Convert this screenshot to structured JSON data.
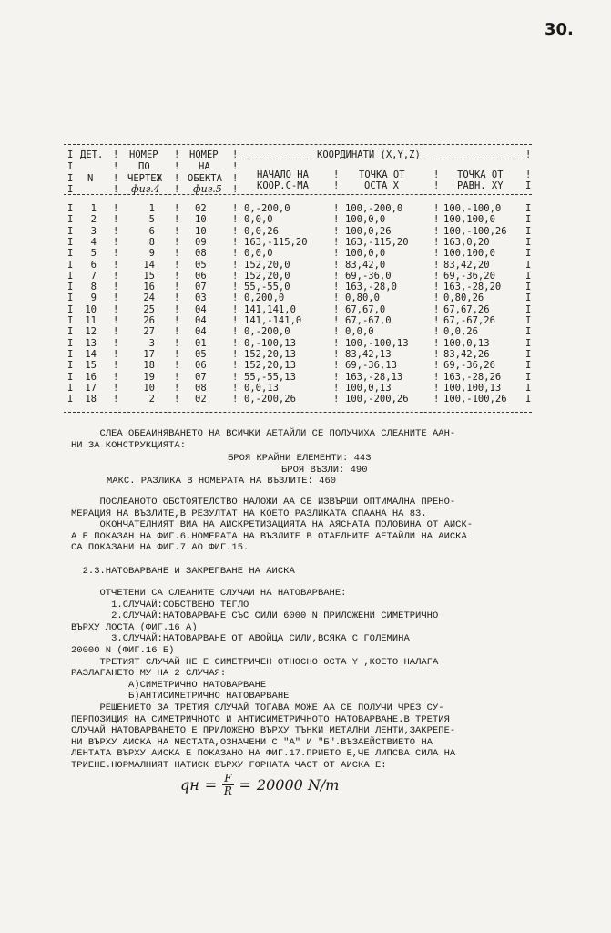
{
  "page_number": "30.",
  "table": {
    "header": {
      "col_det": "ДЕТ.",
      "col_n": "N",
      "col_drawing_l1": "НОМЕР",
      "col_drawing_l2": "ПО",
      "col_drawing_l3": "ЧЕРТЕЖ",
      "col_drawing_hand": "фиг.4",
      "col_object_l1": "НОМЕР",
      "col_object_l2": "НА",
      "col_object_l3": "ОБЕКТА",
      "col_object_hand": "фиг.5",
      "coords_title": "КООРДИНАТИ (X,Y,Z)",
      "col_origin_l1": "НАЧАЛО НА",
      "col_origin_l2": "КООР.С-МА",
      "col_pointx_l1": "ТОЧКА ОТ",
      "col_pointx_l2": "ОСТА X",
      "col_pointxy_l1": "ТОЧКА ОТ",
      "col_pointxy_l2": "РАВН. XY"
    },
    "rows": [
      {
        "n": "1",
        "drawing": "1",
        "object": "02",
        "origin": "0,-200,0",
        "point_x": "100,-200,0",
        "point_xy": "100,-100,0"
      },
      {
        "n": "2",
        "drawing": "5",
        "object": "10",
        "origin": "0,0,0",
        "point_x": "100,0,0",
        "point_xy": "100,100,0"
      },
      {
        "n": "3",
        "drawing": "6",
        "object": "10",
        "origin": "0,0,26",
        "point_x": "100,0,26",
        "point_xy": "100,-100,26"
      },
      {
        "n": "4",
        "drawing": "8",
        "object": "09",
        "origin": "163,-115,20",
        "point_x": "163,-115,20",
        "point_xy": "163,0,20"
      },
      {
        "n": "5",
        "drawing": "9",
        "object": "08",
        "origin": "0,0,0",
        "point_x": "100,0,0",
        "point_xy": "100,100,0"
      },
      {
        "n": "6",
        "drawing": "14",
        "object": "05",
        "origin": "152,20,0",
        "point_x": "83,42,0",
        "point_xy": "83,42,20"
      },
      {
        "n": "7",
        "drawing": "15",
        "object": "06",
        "origin": "152,20,0",
        "point_x": "69,-36,0",
        "point_xy": "69,-36,20"
      },
      {
        "n": "8",
        "drawing": "16",
        "object": "07",
        "origin": "55,-55,0",
        "point_x": "163,-28,0",
        "point_xy": "163,-28,20"
      },
      {
        "n": "9",
        "drawing": "24",
        "object": "03",
        "origin": "0,200,0",
        "point_x": "0,80,0",
        "point_xy": "0,80,26"
      },
      {
        "n": "10",
        "drawing": "25",
        "object": "04",
        "origin": "141,141,0",
        "point_x": "67,67,0",
        "point_xy": "67,67,26"
      },
      {
        "n": "11",
        "drawing": "26",
        "object": "04",
        "origin": "141,-141,0",
        "point_x": "67,-67,0",
        "point_xy": "67,-67,26"
      },
      {
        "n": "12",
        "drawing": "27",
        "object": "04",
        "origin": "0,-200,0",
        "point_x": "0,0,0",
        "point_xy": "0,0,26"
      },
      {
        "n": "13",
        "drawing": "3",
        "object": "01",
        "origin": "0,-100,13",
        "point_x": "100,-100,13",
        "point_xy": "100,0,13"
      },
      {
        "n": "14",
        "drawing": "17",
        "object": "05",
        "origin": "152,20,13",
        "point_x": "83,42,13",
        "point_xy": "83,42,26"
      },
      {
        "n": "15",
        "drawing": "18",
        "object": "06",
        "origin": "152,20,13",
        "point_x": "69,-36,13",
        "point_xy": "69,-36,26"
      },
      {
        "n": "16",
        "drawing": "19",
        "object": "07",
        "origin": "55,-55,13",
        "point_x": "163,-28,13",
        "point_xy": "163,-28,26"
      },
      {
        "n": "17",
        "drawing": "10",
        "object": "08",
        "origin": "0,0,13",
        "point_x": "100,0,13",
        "point_xy": "100,100,13"
      },
      {
        "n": "18",
        "drawing": "2",
        "object": "02",
        "origin": "0,-200,26",
        "point_x": "100,-200,26",
        "point_xy": "100,-100,26"
      }
    ]
  },
  "text": {
    "p1_l1": "     СЛЕА ОБЕАИНЯВАНЕТО НА ВСИЧКИ АЕТАЙЛИ СЕ ПОЛУЧИХА СЛЕАНИТЕ ААН-",
    "p1_l2": "НИ ЗА КОНСТРУКЦИЯТА:",
    "stat1": "БРОЯ КРАЙНИ ЕЛЕМЕНТИ: 443",
    "stat2": "БРОЯ ВЪЗЛИ: 490",
    "stat3": "МАКС. РАЗЛИКА В НОМЕРАТА НА ВЪЗЛИТЕ: 460",
    "p2_l1": "     ПОСЛЕАНОТО ОБСТОЯТЕЛСТВО НАЛОЖИ АА СЕ ИЗВЪРШИ ОПТИМАЛНА ПРЕНО-",
    "p2_l2": "МЕРАЦИЯ НА ВЪЗЛИТЕ,В РЕЗУЛТАТ НА КОЕТО РАЗЛИКАТА СПААНА НА 83.",
    "p3_l1": "     ОКОНЧАТЕЛНИЯТ ВИА НА АИСКРЕТИЗАЦИЯТА НА АЯСНАТА ПОЛОВИНА ОТ АИСК-",
    "p3_l2": "А Е ПОКАЗАН НА ФИГ.6.НОМЕРАТА НА ВЪЗЛИТЕ В ОТАЕЛНИТЕ АЕТАЙЛИ НА АИСКА",
    "p3_l3": "СА ПОКАЗАНИ НА ФИГ.7 АО ФИГ.15.",
    "section": "  2.3.НАТОВАРВАНЕ И ЗАКРЕПВАНЕ НА АИСКА",
    "p4_l1": "     ОТЧЕТЕНИ СА СЛЕАНИТЕ СЛУЧАИ НА НАТОВАРВАНЕ:",
    "p4_l2": "       1.СЛУЧАЙ:СОБСТВЕНО ТЕГЛО",
    "p4_l3": "       2.СЛУЧАЙ:НАТОВАРВАНЕ СЪС СИЛИ 6000 N ПРИЛОЖЕНИ СИМЕТРИЧНО",
    "p4_l4": "ВЪРХУ ЛОСТА (ФИГ.16 А)",
    "p4_l5": "       3.СЛУЧАЙ:НАТОВАРВАНЕ ОТ АВОЙЦА СИЛИ,ВСЯКА С ГОЛЕМИНА",
    "p4_l6": "20000 N (ФИГ.16 Б)",
    "p5_l1": "     ТРЕТИЯТ СЛУЧАЙ НЕ Е СИМЕТРИЧЕН ОТНОСНО ОСТА Y ,КОЕТО НАЛАГА",
    "p5_l2": "РАЗЛАГАНЕТО МУ НА 2 СЛУЧАЯ:",
    "p5_l3": "          А)СИМЕТРИЧНО НАТОВАРВАНЕ",
    "p5_l4": "          Б)АНТИСИМЕТРИЧНО НАТОВАРВАНЕ",
    "p6_l1": "     РЕШЕНИЕТО ЗА ТРЕТИЯ СЛУЧАЙ ТОГАВА МОЖЕ АА СЕ ПОЛУЧИ ЧРЕЗ СУ-",
    "p6_l2": "ПЕРПОЗИЦИЯ НА СИМЕТРИЧНОТО И АНТИСИМЕТРИЧНОТО НАТОВАРВАНЕ.В ТРЕТИЯ",
    "p6_l3": "СЛУЧАЙ НАТОВАРВАНЕТО Е ПРИЛОЖЕНО ВЪРХУ ТЪНКИ МЕТАЛНИ ЛЕНТИ,ЗАКРЕПЕ-",
    "p6_l4": "НИ ВЪРХУ АИСКА НА МЕСТАТА,ОЗНАЧЕНИ С \"А\" И \"Б\".ВЪЗАЕЙСТВИЕТО НА",
    "p6_l5": "ЛЕНТАТА ВЪРХУ АИСКА Е ПОКАЗАНО НА ФИГ.17.ПРИЕТО Е,ЧЕ ЛИПСВА СИЛА НА",
    "p6_l6": "ТРИЕНЕ.НОРМАЛНИЯТ НАТИСК ВЪРХУ ГОРНАТА ЧАСТ ОТ АИСКА Е:"
  },
  "formula": {
    "lhs": "qн",
    "eq1": "=",
    "num": "F",
    "den": "R",
    "eq2": "=",
    "rhs": "20000 N/m"
  }
}
